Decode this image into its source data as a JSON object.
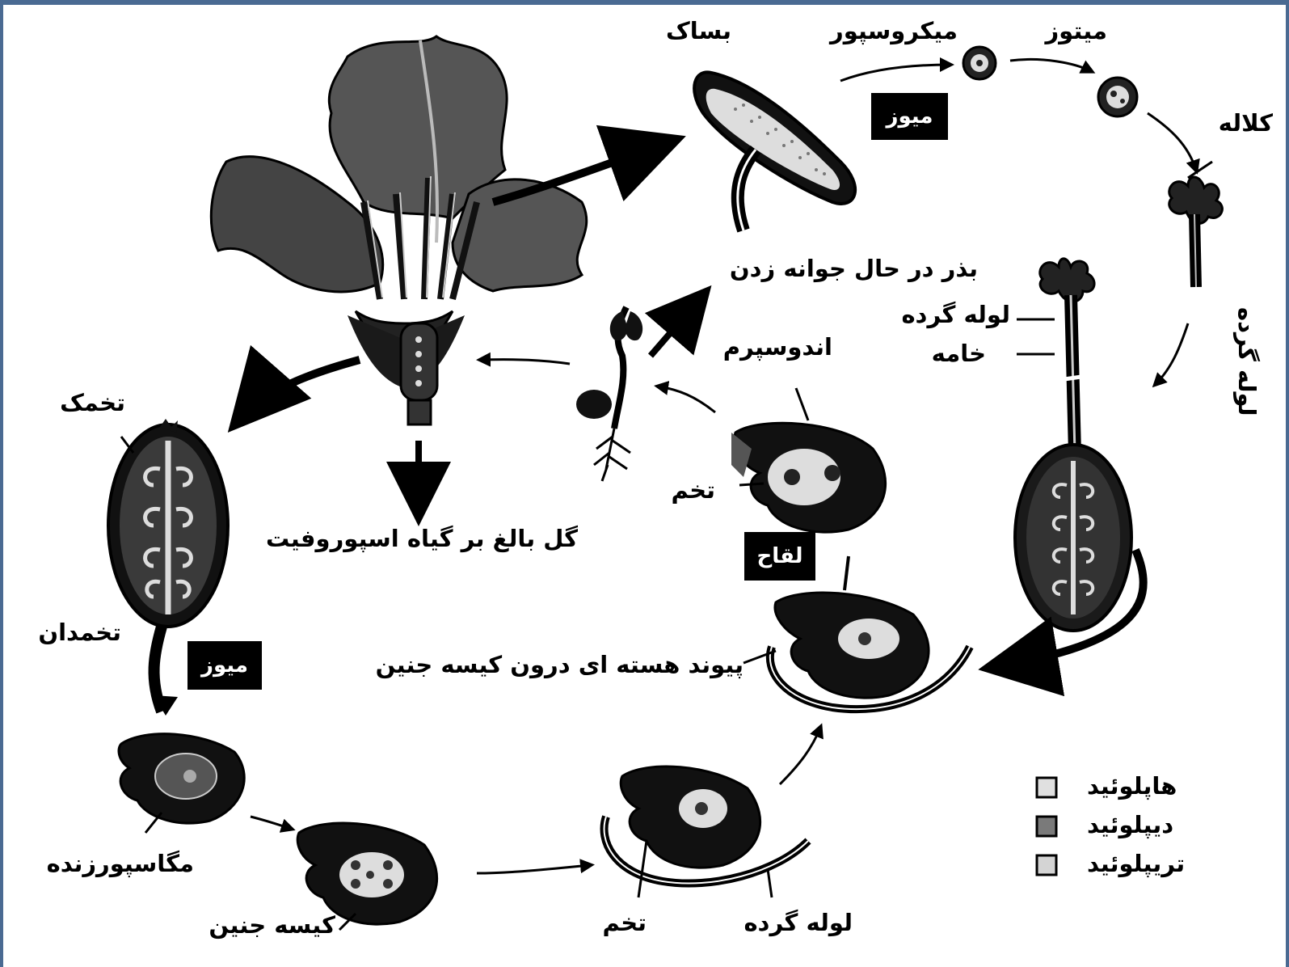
{
  "labels": {
    "anther": "بساک",
    "microspore": "میکروسپور",
    "mitosis": "میتوز",
    "stigma": "کلاله",
    "germinating_seed": "بذر در حال جوانه زدن",
    "pollen_tube_style": "لوله گرده",
    "style": "خامه",
    "pollen_tube_vertical": "لوله گرده",
    "endosperm": "اندوسپرم",
    "egg_top": "تخم",
    "ovule": "تخمک",
    "mature_flower": "گل بالغ بر گیاه اسپوروفیت",
    "ovary": "تخمدان",
    "nuclear_fusion": "پیوند هسته ای درون کیسه جنین",
    "megasporocyte": "مگاسپورزنده",
    "embryo_sac": "کیسه جنین",
    "egg_bottom": "تخم",
    "pollen_tube_bottom": "لوله گرده"
  },
  "boxes": {
    "meiosis_top": "میوز",
    "fertilization": "لقاح",
    "meiosis_left": "میوز"
  },
  "legend": [
    {
      "label": "هاپلوئید",
      "color": "#e0e0e0"
    },
    {
      "label": "دیپلوئید",
      "color": "#7a7a7a"
    },
    {
      "label": "تریپلوئید",
      "color": "#d4d4d4"
    }
  ]
}
